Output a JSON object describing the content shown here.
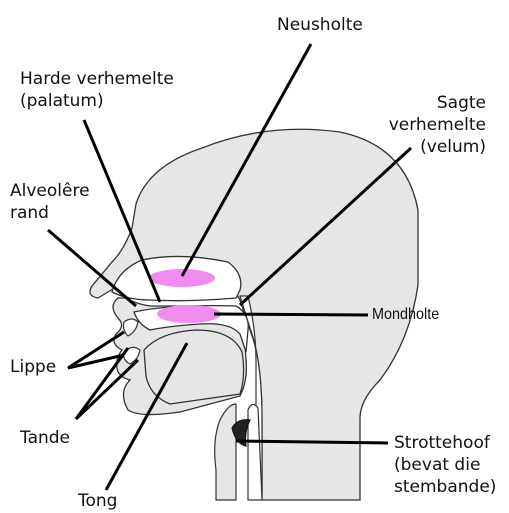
{
  "labels": {
    "nasal_cavity": "Neusholte",
    "hard_palate": [
      "Harde verhemelte",
      "(palatum)"
    ],
    "soft_palate": [
      "Sagte",
      "verhemelte",
      "(velum)"
    ],
    "alveolar_ridge": [
      "Alveolêre",
      "rand"
    ],
    "oral_cavity": "Mondholte",
    "lips": "Lippe",
    "teeth": "Tande",
    "tongue": "Tong",
    "larynx": [
      "Strottehoof",
      "(bevat die",
      "stembande)"
    ]
  },
  "colors": {
    "head_fill": "#e6e6e6",
    "outline": "#333333",
    "cavity_fill": "#ffffff",
    "highlight": "#f08cf0",
    "leader_line": "#000000"
  }
}
